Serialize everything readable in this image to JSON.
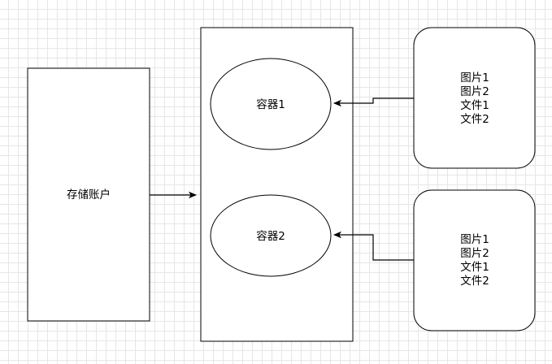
{
  "diagram": {
    "storage_account": {
      "label": "存储账户"
    },
    "containers": [
      {
        "label": "容器1"
      },
      {
        "label": "容器2"
      }
    ],
    "content_boxes": [
      {
        "lines": [
          "图片1",
          "图片2",
          "文件1",
          "文件2"
        ]
      },
      {
        "lines": [
          "图片1",
          "图片2",
          "文件1",
          "文件2"
        ]
      }
    ],
    "colors": {
      "stroke": "#000000",
      "fill": "#ffffff",
      "grid": "#e6e6e6"
    }
  }
}
